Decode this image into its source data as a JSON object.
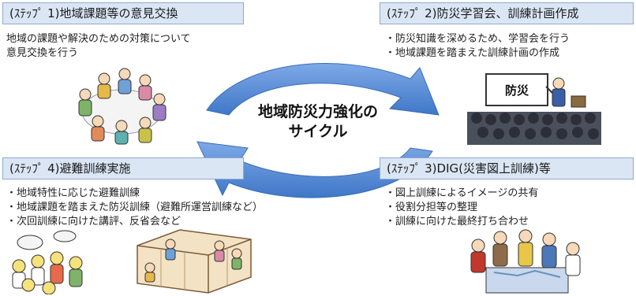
{
  "center_title": [
    "地域防災力強化の",
    "サイクル"
  ],
  "steps": [
    {
      "header": "(ｽﾃｯﾌﾟ 1)地域課題等の意見交換",
      "lines": [
        "地域の課題や解決のための対策について",
        "意見交換を行う"
      ]
    },
    {
      "header": "(ｽﾃｯﾌﾟ 2)防災学習会、訓練計画作成",
      "lines": [
        "・防災知識を深めるため、学習会を行う",
        "・地域課題を踏まえた訓練計画の作成"
      ]
    },
    {
      "header": "(ｽﾃｯﾌﾟ 3)DIG(災害図上訓練)等",
      "lines": [
        "・図上訓練によるイメージの共有",
        "・役割分担等の整理",
        "・訓練に向けた最終打ち合わせ"
      ]
    },
    {
      "header": "(ｽﾃｯﾌﾟ 4)避難訓練実施",
      "lines": [
        "・地域特性に応じた避難訓練",
        "・地域課題を踏まえた防災訓練（避難所運営訓練など）",
        "・次回訓練に向けた講評、反省会など"
      ]
    }
  ],
  "presentation_board": "防災",
  "colors": {
    "arrow": "#5b8ed6",
    "header_bg": "#dbe6f5",
    "header_border": "#8fa9cf"
  }
}
